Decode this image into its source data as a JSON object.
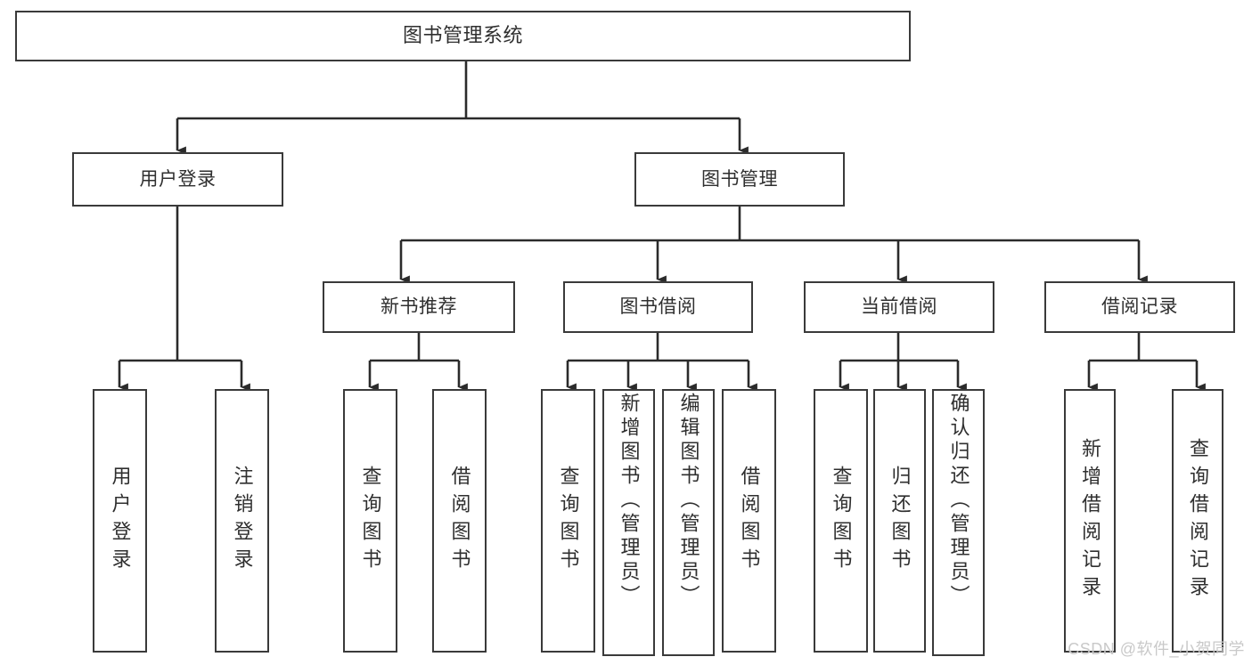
{
  "diagram": {
    "title": "图书管理系统",
    "type": "tree",
    "colors": {
      "box_border": "#3a3a3a",
      "box_fill": "#ffffff",
      "text": "#2f2f2f",
      "connector": "#2b2b2b",
      "watermark": "#c9c9c9",
      "background": "#ffffff"
    },
    "watermark": "CSDN @软件_小贺同学",
    "root": {
      "label": "图书管理系统"
    },
    "level1": [
      {
        "id": "user-login",
        "label": "用户登录"
      },
      {
        "id": "book-manage",
        "label": "图书管理"
      }
    ],
    "level2": [
      {
        "id": "new-book-recommend",
        "label": "新书推荐",
        "parent": "book-manage"
      },
      {
        "id": "book-borrow",
        "label": "图书借阅",
        "parent": "book-manage"
      },
      {
        "id": "current-borrow",
        "label": "当前借阅",
        "parent": "book-manage"
      },
      {
        "id": "borrow-record",
        "label": "借阅记录",
        "parent": "book-manage"
      }
    ],
    "leaves": [
      {
        "id": "leaf-user-login",
        "label": "用户登录",
        "parent": "user-login"
      },
      {
        "id": "leaf-logout",
        "label": "注销登录",
        "parent": "user-login"
      },
      {
        "id": "leaf-query-book-1",
        "label": "查询图书",
        "parent": "new-book-recommend"
      },
      {
        "id": "leaf-borrow-book-1",
        "label": "借阅图书",
        "parent": "new-book-recommend"
      },
      {
        "id": "leaf-query-book-2",
        "label": "查询图书",
        "parent": "book-borrow"
      },
      {
        "id": "leaf-add-book",
        "label": "新增图书（管理员）",
        "parent": "book-borrow"
      },
      {
        "id": "leaf-edit-book",
        "label": "编辑图书（管理员）",
        "parent": "book-borrow"
      },
      {
        "id": "leaf-borrow-book-2",
        "label": "借阅图书",
        "parent": "book-borrow"
      },
      {
        "id": "leaf-query-book-3",
        "label": "查询图书",
        "parent": "current-borrow"
      },
      {
        "id": "leaf-return-book",
        "label": "归还图书",
        "parent": "current-borrow"
      },
      {
        "id": "leaf-confirm-return",
        "label": "确认归还（管理员）",
        "parent": "current-borrow"
      },
      {
        "id": "leaf-add-record",
        "label": "新增借阅记录",
        "parent": "borrow-record"
      },
      {
        "id": "leaf-query-record",
        "label": "查询借阅记录",
        "parent": "borrow-record"
      }
    ]
  }
}
